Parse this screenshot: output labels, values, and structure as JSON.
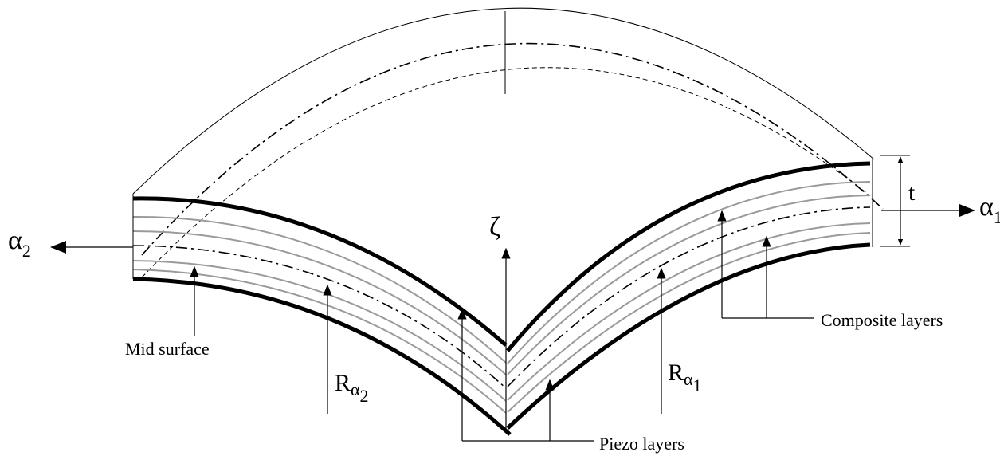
{
  "labels": {
    "alpha1": {
      "symbol": "α",
      "sub": "1"
    },
    "alpha2": {
      "symbol": "α",
      "sub": "2"
    },
    "zeta": "ζ",
    "thickness": "t",
    "r_alpha1": {
      "main": "R",
      "sym": "α",
      "sub": "1"
    },
    "r_alpha2": {
      "main": "R",
      "sym": "α",
      "sub": "2"
    },
    "mid_surface": "Mid surface",
    "composite_layers": "Composite layers",
    "piezo_layers": "Piezo layers"
  }
}
